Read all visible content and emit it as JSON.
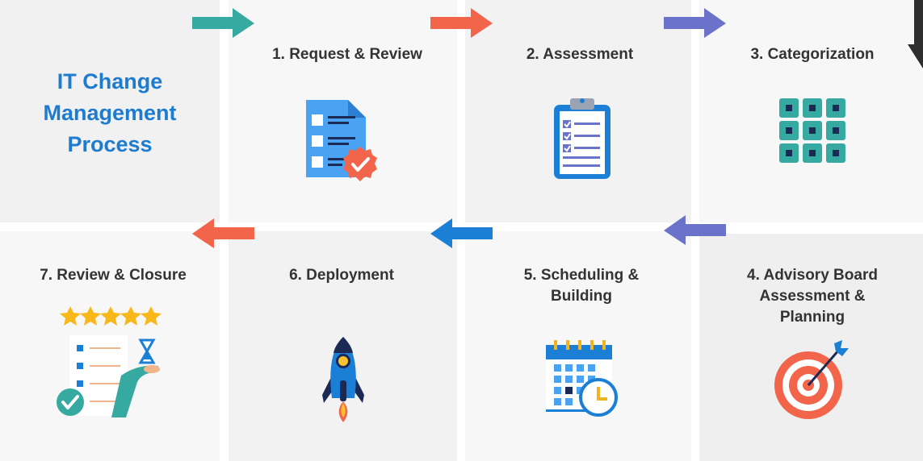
{
  "title": {
    "lines": [
      "IT Change",
      "Management",
      "Process"
    ]
  },
  "steps": [
    {
      "lines": [
        "1. Request & Review"
      ]
    },
    {
      "lines": [
        "2. Assessment"
      ]
    },
    {
      "lines": [
        "3. Categorization"
      ]
    },
    {
      "lines": [
        "4. Advisory Board",
        "Assessment &",
        "Planning"
      ]
    },
    {
      "lines": [
        "5. Scheduling &",
        "Building"
      ]
    },
    {
      "lines": [
        "6. Deployment"
      ]
    },
    {
      "lines": [
        "7. Review & Closure"
      ]
    }
  ],
  "colors": {
    "title": "#1d7bd0",
    "teal": "#36a9a1",
    "red": "#f2654a",
    "indigo": "#6b72c9",
    "blue": "#1c7fd6",
    "dark": "#333333"
  },
  "icons": {
    "step1": "checklist-document-icon",
    "step2": "clipboard-icon",
    "step3": "grid-icon",
    "step4": "target-icon",
    "step5": "calendar-clock-icon",
    "step6": "rocket-icon",
    "step7": "review-stars-icon"
  }
}
